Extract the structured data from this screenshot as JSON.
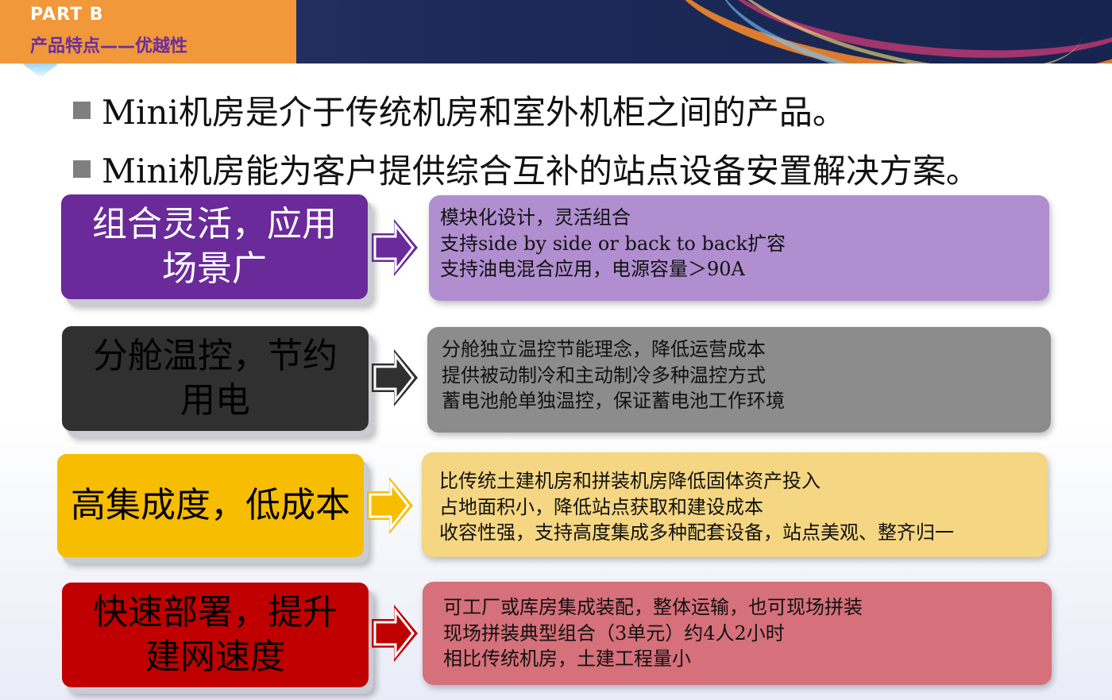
{
  "header": {
    "part_label": "PART  B",
    "section_title": "产品特点——优越性"
  },
  "bullets": [
    "Mini机房是介于传统机房和室外机柜之间的产品。",
    "Mini机房能为客户提供综合互补的站点设备安置解决方案。"
  ],
  "features": [
    {
      "title_lines": [
        "组合灵活，应用",
        "场景广"
      ],
      "details": [
        "模块化设计，灵活组合",
        "支持side by side or back to back扩容",
        "支持油电混合应用，电源容量＞90A"
      ],
      "colors": {
        "box": "#6a2a9a",
        "text": "#ffffff",
        "arrow": "#6a2a9a",
        "panel": "#b08ed0"
      }
    },
    {
      "title_lines": [
        "分舱温控，节约",
        "用电"
      ],
      "details": [
        "分舱独立温控节能理念，降低运营成本",
        "提供被动制冷和主动制冷多种温控方式",
        "蓄电池舱单独温控，保证蓄电池工作环境"
      ],
      "colors": {
        "box": "#303030",
        "text": "#000000",
        "arrow": "#303030",
        "panel": "#8c8c8c"
      }
    },
    {
      "title_lines": [
        "高集成度，低成本"
      ],
      "details": [
        "比传统土建机房和拼装机房降低固体资产投入",
        "占地面积小，降低站点获取和建设成本",
        "收容性强，支持高度集成多种配套设备，站点美观、整齐归一"
      ],
      "colors": {
        "box": "#f7bd00",
        "text": "#000000",
        "arrow": "#f7bd00",
        "panel": "#f4d683"
      }
    },
    {
      "title_lines": [
        "快速部署，提升",
        "建网速度"
      ],
      "details": [
        "可工厂或库房集成装配，整体运输，也可现场拼装",
        "现场拼装典型组合（3单元）约4人2小时",
        "相比传统机房，土建工程量小"
      ],
      "colors": {
        "box": "#c00000",
        "text": "#000000",
        "arrow": "#c00000",
        "panel": "#d6707a"
      }
    }
  ]
}
